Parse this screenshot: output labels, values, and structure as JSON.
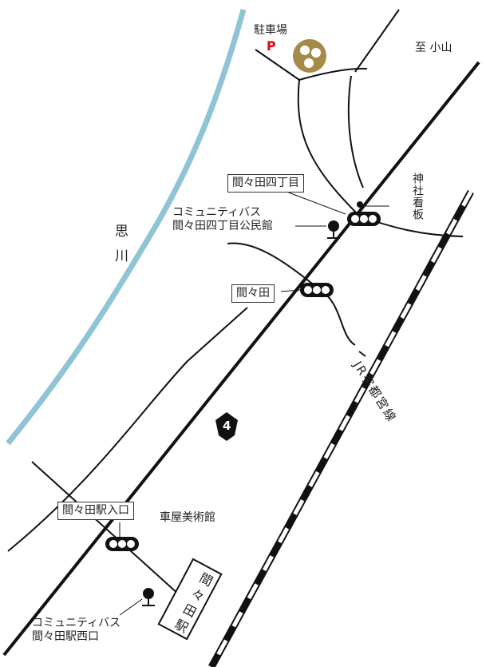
{
  "colors": {
    "river": "#8fc3d6",
    "road": "#111111",
    "parking": "#e60012",
    "shrine": "#a58a4a"
  },
  "labels": {
    "parking": "駐車場",
    "parking_symbol": "P",
    "to_oyama": "至 小山",
    "shrine_sign": "神社看板",
    "bus_stop_4chome": "コミュニティバス\n間々田四丁目公民館",
    "bus_stop_west": "コミュニティバス\n間々田駅西口",
    "kurumaya_museum": "車屋美術館",
    "river": "思川",
    "jr_line": "JR宇都宮線",
    "station": "間々田駅",
    "route_number": "4"
  },
  "intersections": [
    {
      "name": "間々田四丁目"
    },
    {
      "name": "間々田"
    },
    {
      "name": "間々田駅入口"
    }
  ],
  "icons": [
    "shrine-crest-icon",
    "bus-stop-icon",
    "traffic-signal-icon",
    "route-shield-icon"
  ]
}
